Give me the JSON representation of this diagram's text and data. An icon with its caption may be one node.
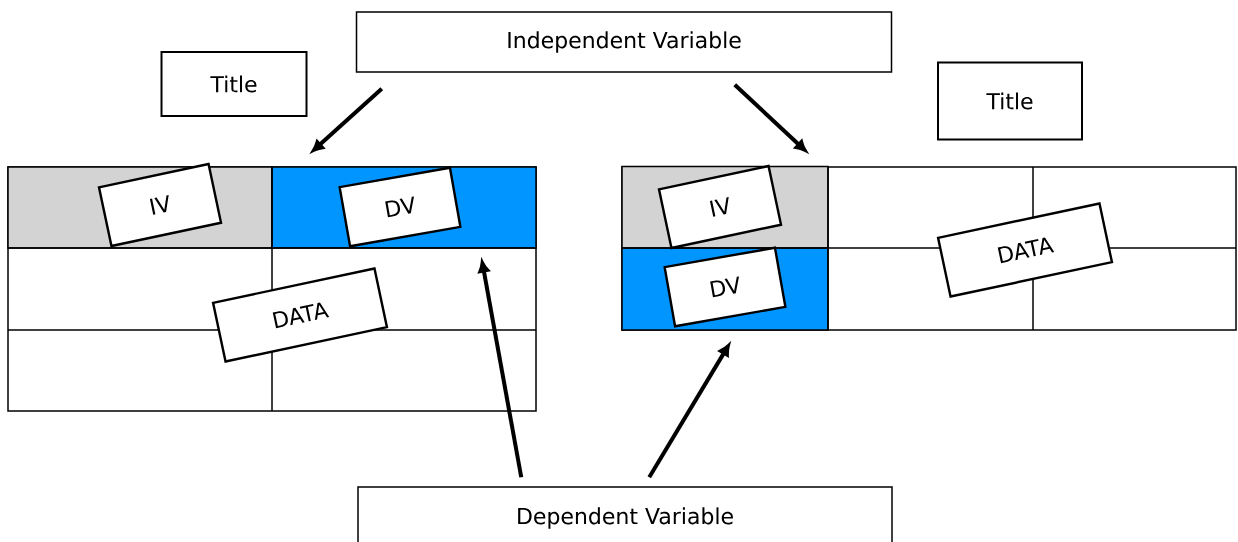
{
  "diagram": {
    "nodes": [
      {
        "text": [
          "Independent Variable"
        ]
      },
      {
        "text": [
          "Title"
        ]
      },
      {
        "text": [
          "Title"
        ]
      },
      {
        "text": [],
        "shape": "box"
      },
      {
        "text": [],
        "shape": "box",
        "in": 3
      },
      {
        "text": [
          "IV"
        ],
        "in": 3
      },
      {
        "text": [
          "DV"
        ],
        "in": 4
      },
      {
        "text": [
          "DATA"
        ],
        "in": 3
      },
      {
        "text": [],
        "shape": "box"
      },
      {
        "text": [],
        "shape": "box",
        "in": 8
      },
      {
        "text": [
          "IV"
        ],
        "in": 8
      },
      {
        "text": [
          "DV"
        ],
        "in": 9
      },
      {
        "text": [
          "DATA"
        ],
        "in": 8
      },
      {
        "text": [
          "Dependent Variable"
        ]
      }
    ],
    "edges": [
      {
        "from": 0,
        "to": 3,
        "arrow": "to"
      },
      {
        "from": 0,
        "to": 8,
        "arrow": "to"
      },
      {
        "from": 13,
        "to": 4,
        "arrow": "to"
      },
      {
        "from": 13,
        "to": 9,
        "arrow": "to"
      }
    ]
  }
}
